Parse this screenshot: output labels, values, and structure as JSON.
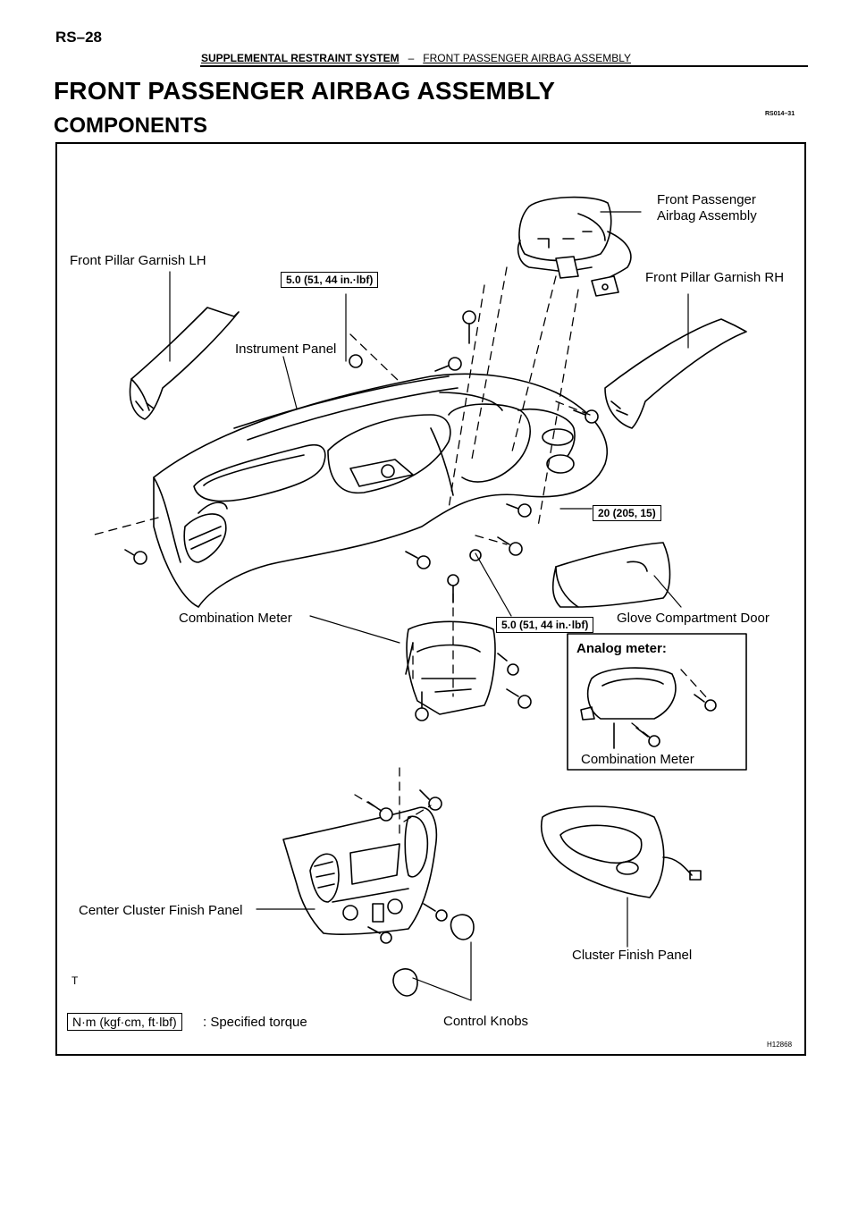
{
  "header": {
    "page_code": "RS–28",
    "system": "SUPPLEMENTAL RESTRAINT SYSTEM",
    "dash": "–",
    "section": "FRONT PASSENGER AIRBAG ASSEMBLY"
  },
  "title": "FRONT PASSENGER AIRBAG ASSEMBLY",
  "subtitle": "COMPONENTS",
  "ref_code": "RS014–31",
  "labels": {
    "front_passenger_airbag_line1": "Front Passenger",
    "front_passenger_airbag_line2": "Airbag Assembly",
    "front_pillar_garnish_lh": "Front Pillar Garnish LH",
    "front_pillar_garnish_rh": "Front Pillar Garnish RH",
    "instrument_panel": "Instrument Panel",
    "combination_meter": "Combination Meter",
    "glove_compartment_door": "Glove Compartment Door",
    "analog_meter": "Analog meter:",
    "combination_meter_inset": "Combination Meter",
    "center_cluster_finish_panel": "Center Cluster Finish Panel",
    "cluster_finish_panel": "Cluster Finish Panel",
    "control_knobs": "Control Knobs",
    "stray_mark": "T"
  },
  "torque_specs": {
    "instrument_panel_upper": "5.0 (51, 44 in.·lbf)",
    "instrument_panel_right": "20 (205, 15)",
    "instrument_panel_lower": "5.0 (51, 44 in.·lbf)"
  },
  "legend": {
    "unit_box": "N·m (kgf·cm, ft·lbf)",
    "description": ": Specified torque"
  },
  "drawing_code": "H12868"
}
